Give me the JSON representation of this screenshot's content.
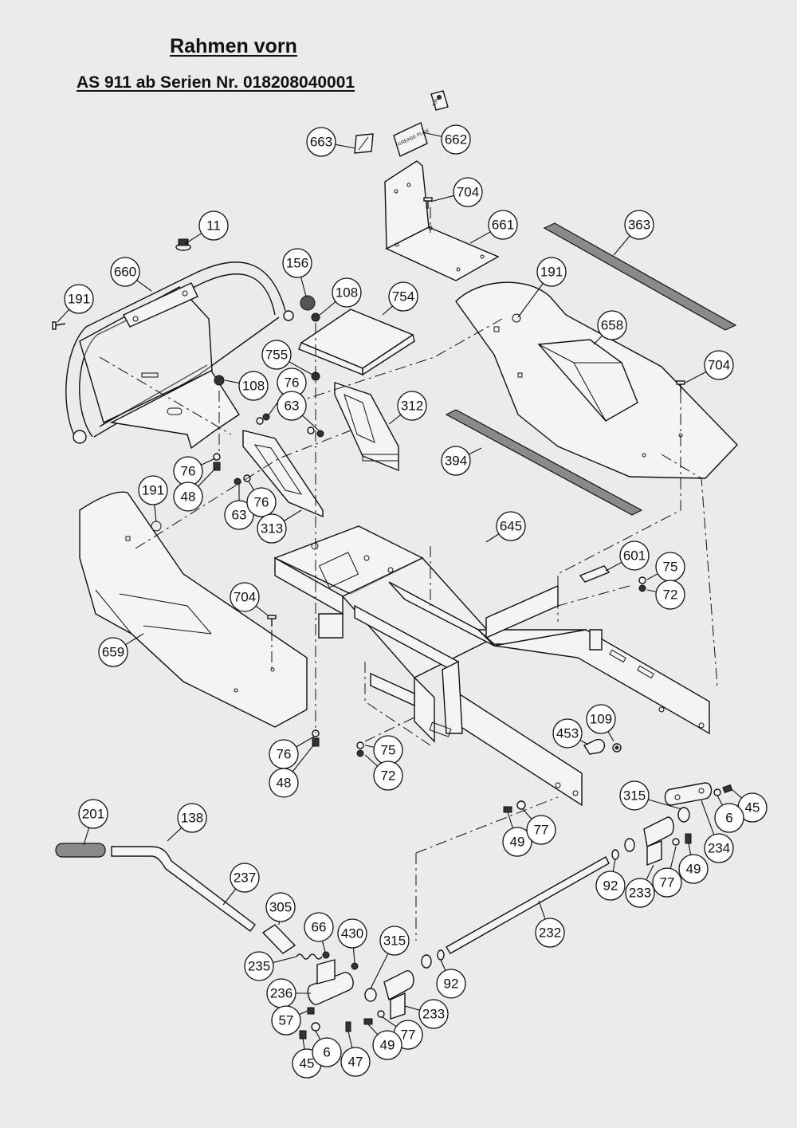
{
  "title": "Rahmen vorn",
  "subtitle": "AS 911 ab Serien Nr. 018208040001",
  "labels": {
    "grease_plan": "GREASE PLAN",
    "plate_small": "100"
  },
  "callouts": [
    {
      "id": "c663",
      "text": "663"
    },
    {
      "id": "c662",
      "text": "662"
    },
    {
      "id": "c704a",
      "text": "704"
    },
    {
      "id": "c661",
      "text": "661"
    },
    {
      "id": "c363",
      "text": "363"
    },
    {
      "id": "c11",
      "text": "11"
    },
    {
      "id": "c660",
      "text": "660"
    },
    {
      "id": "c191a",
      "text": "191"
    },
    {
      "id": "c156",
      "text": "156"
    },
    {
      "id": "c108a",
      "text": "108"
    },
    {
      "id": "c754",
      "text": "754"
    },
    {
      "id": "c191b",
      "text": "191"
    },
    {
      "id": "c658",
      "text": "658"
    },
    {
      "id": "c755",
      "text": "755"
    },
    {
      "id": "c108b",
      "text": "108"
    },
    {
      "id": "c76a",
      "text": "76"
    },
    {
      "id": "c63a",
      "text": "63"
    },
    {
      "id": "c704b",
      "text": "704"
    },
    {
      "id": "c312",
      "text": "312"
    },
    {
      "id": "c394",
      "text": "394"
    },
    {
      "id": "c76b",
      "text": "76"
    },
    {
      "id": "c48a",
      "text": "48"
    },
    {
      "id": "c191c",
      "text": "191"
    },
    {
      "id": "c63b",
      "text": "63"
    },
    {
      "id": "c76c",
      "text": "76"
    },
    {
      "id": "c313",
      "text": "313"
    },
    {
      "id": "c645",
      "text": "645"
    },
    {
      "id": "c601",
      "text": "601"
    },
    {
      "id": "c75a",
      "text": "75"
    },
    {
      "id": "c72a",
      "text": "72"
    },
    {
      "id": "c704c",
      "text": "704"
    },
    {
      "id": "c659",
      "text": "659"
    },
    {
      "id": "c453",
      "text": "453"
    },
    {
      "id": "c109",
      "text": "109"
    },
    {
      "id": "c76d",
      "text": "76"
    },
    {
      "id": "c75b",
      "text": "75"
    },
    {
      "id": "c48b",
      "text": "48"
    },
    {
      "id": "c72b",
      "text": "72"
    },
    {
      "id": "c201",
      "text": "201"
    },
    {
      "id": "c138",
      "text": "138"
    },
    {
      "id": "c315a",
      "text": "315"
    },
    {
      "id": "c45a",
      "text": "45"
    },
    {
      "id": "c6a",
      "text": "6"
    },
    {
      "id": "c49a",
      "text": "49"
    },
    {
      "id": "c77a",
      "text": "77"
    },
    {
      "id": "c234",
      "text": "234"
    },
    {
      "id": "c237",
      "text": "237"
    },
    {
      "id": "c49b",
      "text": "49"
    },
    {
      "id": "c92a",
      "text": "92"
    },
    {
      "id": "c233a",
      "text": "233"
    },
    {
      "id": "c77b",
      "text": "77"
    },
    {
      "id": "c305",
      "text": "305"
    },
    {
      "id": "c232",
      "text": "232"
    },
    {
      "id": "c66",
      "text": "66"
    },
    {
      "id": "c430",
      "text": "430"
    },
    {
      "id": "c315b",
      "text": "315"
    },
    {
      "id": "c235",
      "text": "235"
    },
    {
      "id": "c92b",
      "text": "92"
    },
    {
      "id": "c236",
      "text": "236"
    },
    {
      "id": "c233b",
      "text": "233"
    },
    {
      "id": "c57",
      "text": "57"
    },
    {
      "id": "c77c",
      "text": "77"
    },
    {
      "id": "c49c",
      "text": "49"
    },
    {
      "id": "c45b",
      "text": "45"
    },
    {
      "id": "c6b",
      "text": "6"
    },
    {
      "id": "c47",
      "text": "47"
    }
  ]
}
